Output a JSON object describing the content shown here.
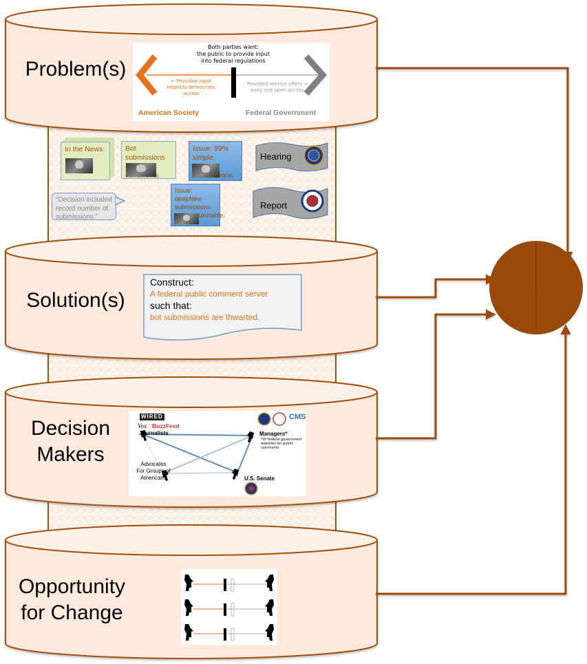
{
  "diagram": {
    "title": "Problem-to-Opportunity Cylinder Stack",
    "colors": {
      "cylinder_fill": "#fdeadc",
      "cylinder_stroke": "#a0500f",
      "connector": "#9c4a0c",
      "junction_fill": "#9a4a08",
      "accent_orange": "#e8721a",
      "accent_gray": "#888888",
      "note_green": "#e3ecc0",
      "note_blue": "#5b9bd5",
      "banner_gray": "#a6a6a6"
    },
    "tiers": [
      {
        "id": "problems",
        "label": "Problem(s)"
      },
      {
        "id": "solutions",
        "label": "Solution(s)"
      },
      {
        "id": "decision_makers",
        "label_line1": "Decision",
        "label_line2": "Makers"
      },
      {
        "id": "opportunity",
        "label_line1": "Opportunity",
        "label_line2": "for Change"
      }
    ],
    "problem_panel": {
      "header_line1": "Both parties want:",
      "header_line2": "the public to provide input",
      "header_line3": "into federal regulations",
      "left_note_line1": "← Provided input",
      "left_note_line2": "respects democratic",
      "left_note_line3": "access",
      "right_note_line1": "Provided service offers →",
      "right_note_line2": "easy and open access",
      "left_party": "American Society",
      "right_party": "Federal Government"
    },
    "evidence": {
      "note_news": "In the News",
      "note_bots_line1": "Bot submissions",
      "note_bots_line2": "as FCC comments",
      "note_issue1_line1": "Issue: 99% simple",
      "note_issue1_line2": "fake submissions.",
      "note_issue2_line1": "Issue: deepfake",
      "note_issue2_line2": "submissions",
      "note_issue2_line3": "indistinguishable.",
      "quote_line1": "“Decision included",
      "quote_line2": "record number of",
      "quote_line3": "submissions.”",
      "banner_hearing": "Hearing",
      "banner_report": "Report"
    },
    "solution_panel": {
      "line1": "Construct:",
      "line2": "A federal public comment server",
      "line3": "such that:",
      "line4": "bot submissions are thwarted."
    },
    "decision_panel": {
      "media_logo1": "WIRED",
      "media_logo2": "Vox",
      "media_logo3": "BuzzFeed",
      "journalists": "Journalists",
      "managers": "Managers*",
      "managers_note_line1": "*Of federal government",
      "managers_note_line2": "websites for public",
      "managers_note_line3": "comments",
      "agency_logo": "CMS",
      "advocates_line1": "Advocates",
      "advocates_line2": "For Groups of",
      "advocates_line3": "Americans",
      "senate": "U.S. Senate"
    },
    "opportunity_panel": {
      "tug_rows": 3
    }
  }
}
